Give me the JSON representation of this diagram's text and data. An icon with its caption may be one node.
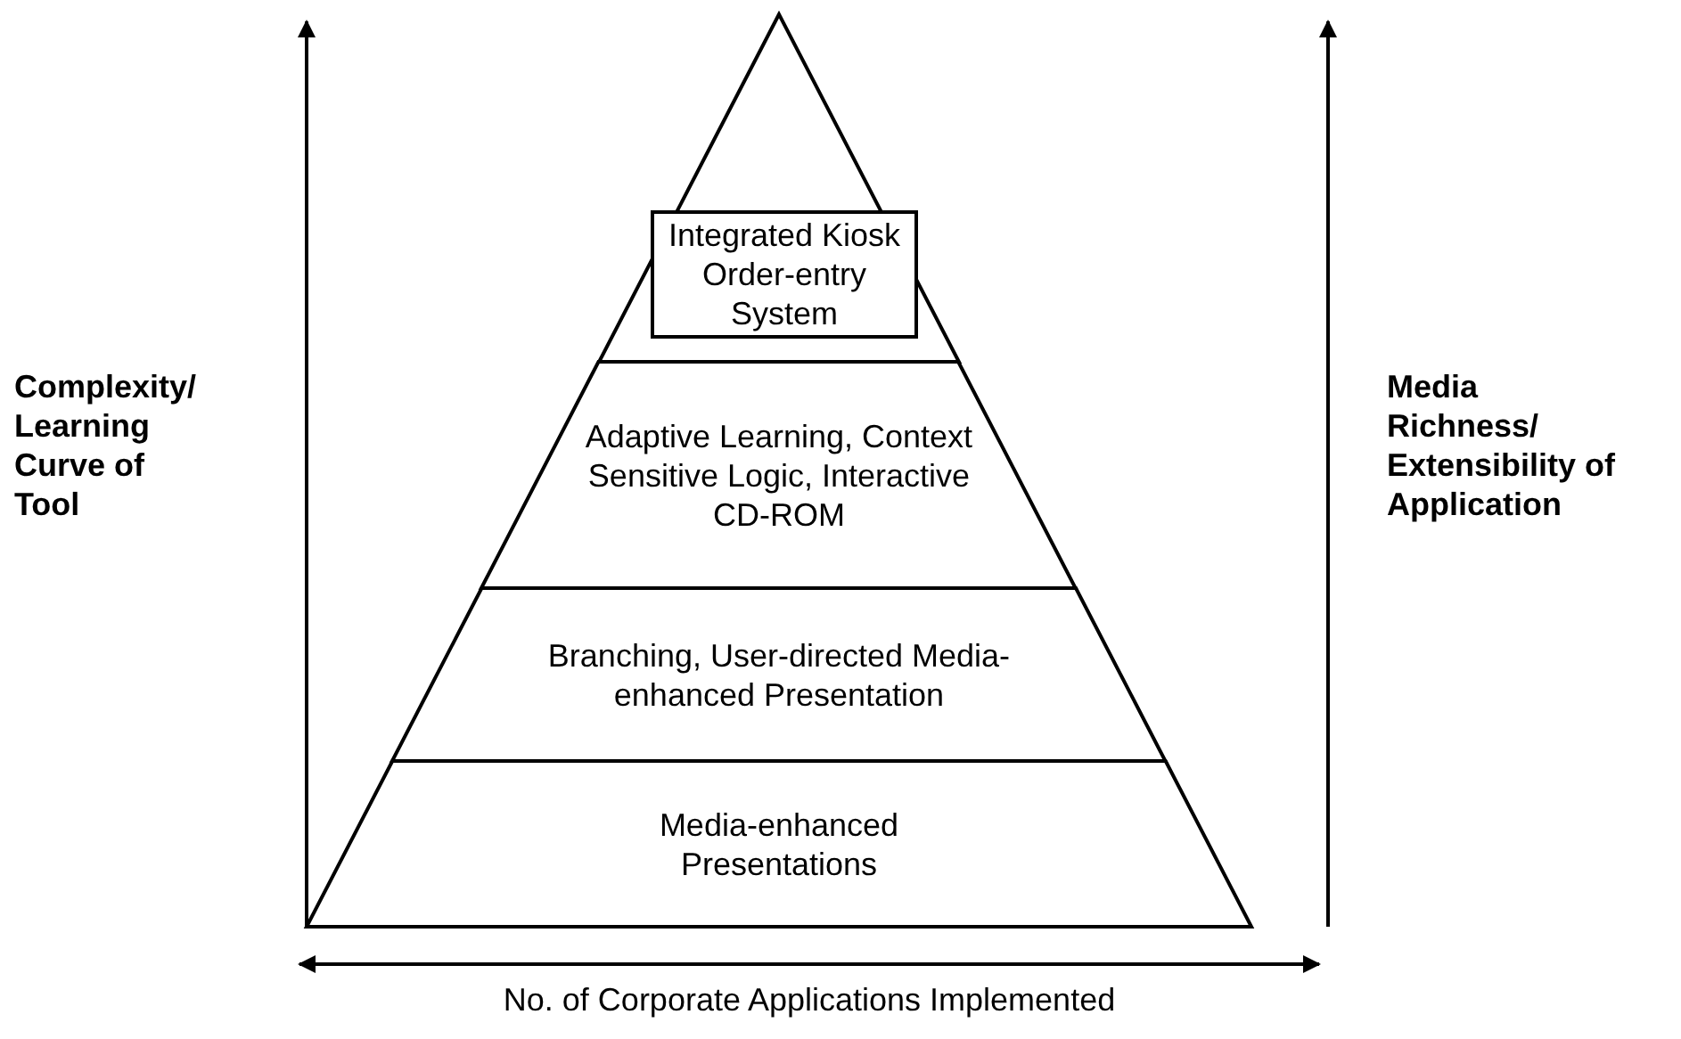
{
  "diagram": {
    "nodes": [
      {
        "text": [
          "Integrated Kiosk Order-entry System"
        ]
      },
      {
        "text": [
          "Adaptive Learning, Context Sensitive Logic, Interactive CD-ROM"
        ]
      },
      {
        "text": [
          "Branching, User-directed Media-enhanced Presentation"
        ]
      },
      {
        "text": [
          "Media-enhanced Presentations"
        ]
      }
    ],
    "edges": [],
    "labels": [
      "Complexity/ Learning Curve of Tool",
      "Media Richness/ Extensibility of Application",
      "No. of Corporate Applications Implemented"
    ]
  }
}
